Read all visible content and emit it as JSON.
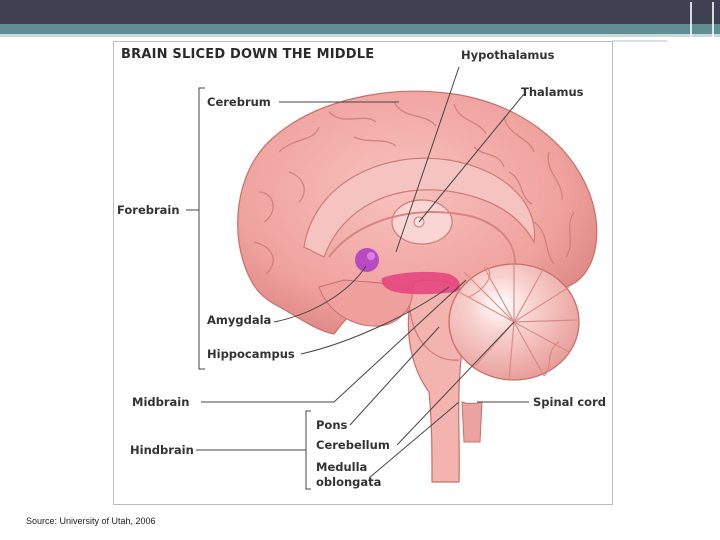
{
  "figure": {
    "title": "BRAIN SLICED DOWN THE MIDDLE",
    "labels": {
      "hypothalamus": "Hypothalamus",
      "thalamus": "Thalamus",
      "cerebrum": "Cerebrum",
      "forebrain": "Forebrain",
      "amygdala": "Amygdala",
      "hippocampus": "Hippocampus",
      "midbrain": "Midbrain",
      "spinal_cord": "Spinal cord",
      "pons": "Pons",
      "cerebellum": "Cerebellum",
      "hindbrain": "Hindbrain",
      "medulla_line1": "Medulla",
      "medulla_line2": "oblongata"
    },
    "colors": {
      "brain": "#f2a7a3",
      "brain_dark": "#d8807c",
      "amygdala": "#b13fc4",
      "hippocampus": "#e5467e",
      "leader_lines": "#444444"
    }
  },
  "footer": {
    "source": "Source: University of Utah, 2006"
  }
}
